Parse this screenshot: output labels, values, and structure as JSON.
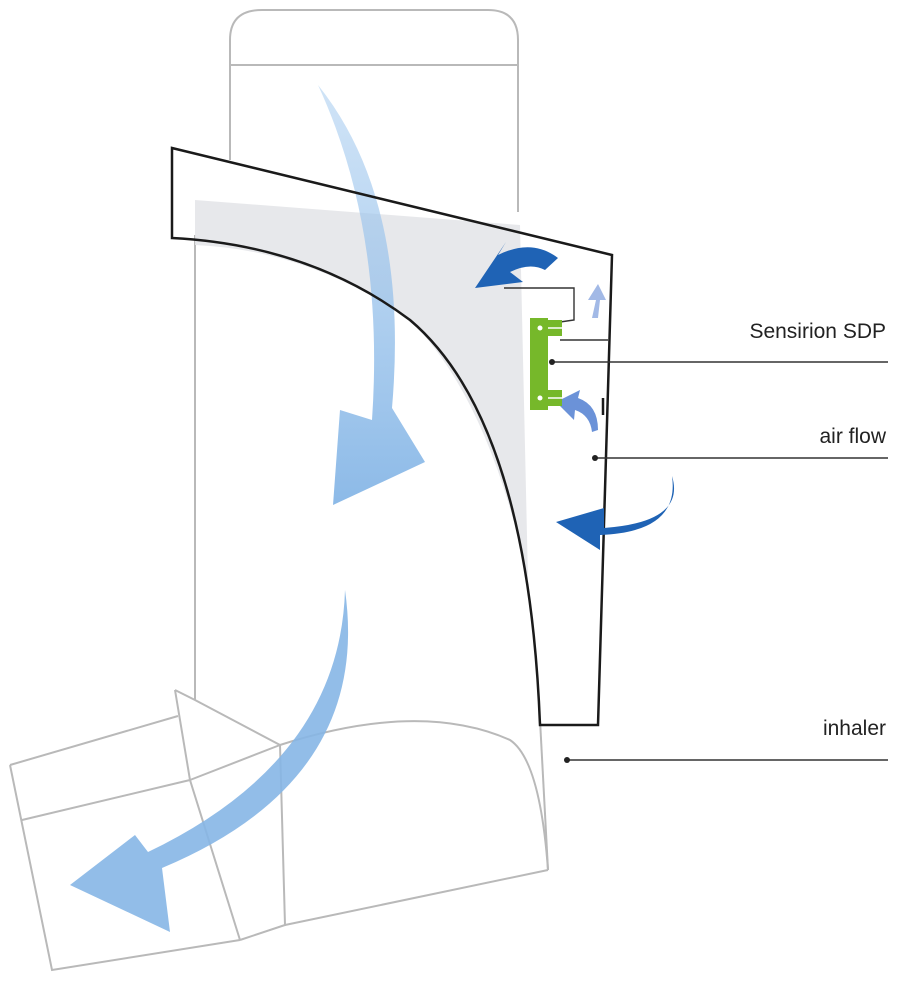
{
  "labels": {
    "sensor": "Sensirion SDP",
    "air_flow": "air flow",
    "inhaler": "inhaler"
  },
  "colors": {
    "outline_light": "#b9b9b9",
    "outline_dark": "#1a1a1a",
    "shade": "#e4e5e9",
    "flow_light": "#8fbde8",
    "flow_dark": "#1f63b5",
    "flow_mid": "#6b92d8",
    "sensor_green": "#76b82a"
  }
}
